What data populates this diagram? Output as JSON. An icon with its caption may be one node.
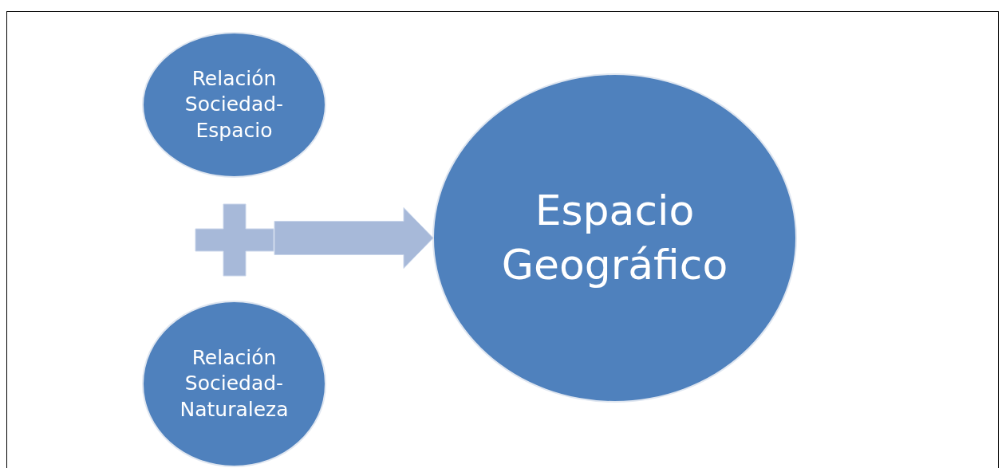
{
  "diagram": {
    "nodes": [
      {
        "text": [
          "Relación Sociedad-Espacio"
        ]
      },
      {
        "text": [],
        "shape": "plus"
      },
      {
        "text": [
          "Relación Sociedad-Naturaleza"
        ]
      },
      {
        "text": [
          "Espacio Geográfico"
        ]
      }
    ],
    "edges": [
      {
        "from": 1,
        "to": 3,
        "arrow": "to"
      }
    ]
  }
}
